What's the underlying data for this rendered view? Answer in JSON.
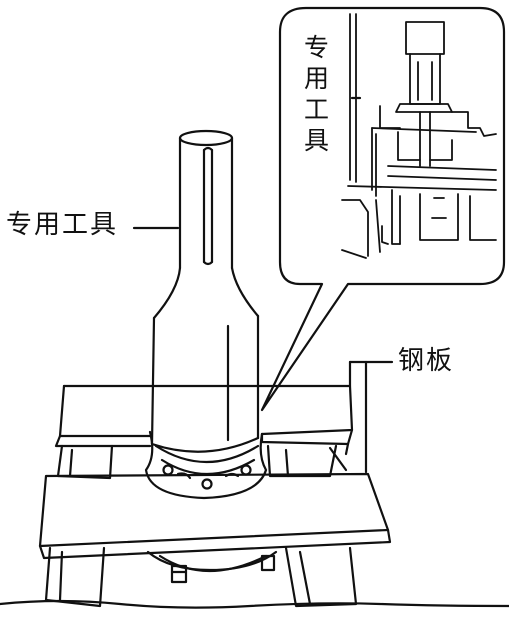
{
  "labels": {
    "special_tool_left": "专用工具",
    "special_tool_inset": "专用工具",
    "steel_plate": "钢板"
  },
  "colors": {
    "ink": "#111111",
    "paper": "#ffffff"
  }
}
